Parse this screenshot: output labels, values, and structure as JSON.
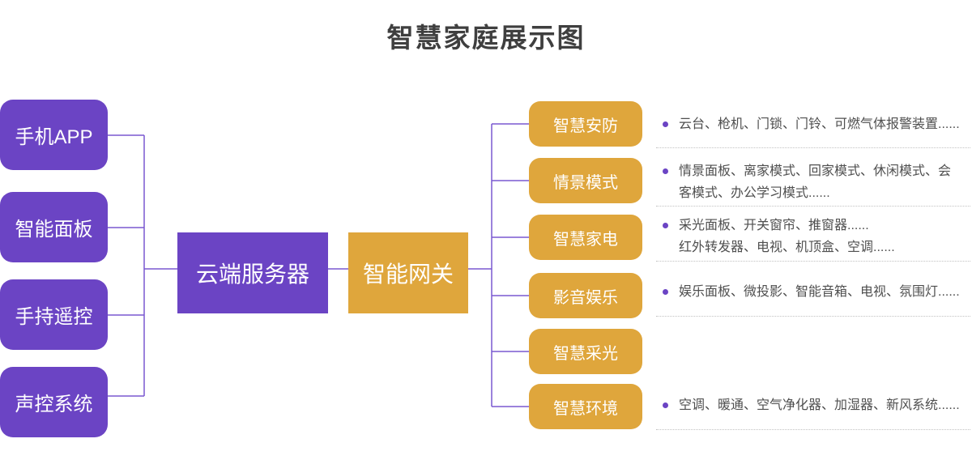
{
  "title": "智慧家庭展示图",
  "colors": {
    "node_purple": "#6b44c4",
    "node_gold": "#dfa63c",
    "connector_purple": "#7a58d0",
    "title_text": "#3f3f3f",
    "desc_text": "#4f4f4f",
    "bullet": "#6b44c4",
    "divider": "#c2c2c2"
  },
  "left_nodes": [
    {
      "label": "手机APP"
    },
    {
      "label": "智能面板"
    },
    {
      "label": "手持遥控"
    },
    {
      "label": "声控系统"
    }
  ],
  "center_nodes": [
    {
      "label": "云端服务器"
    },
    {
      "label": "智能网关"
    }
  ],
  "right_nodes": [
    {
      "label": "智慧安防",
      "desc_lines": [
        "云台、枪机、门锁、门铃、可燃气体报警装置......"
      ]
    },
    {
      "label": "情景模式",
      "desc_lines": [
        "情景面板、离家模式、回家模式、休闲模式、会客模式、办公学习模式......"
      ]
    },
    {
      "label": "智慧家电",
      "desc_lines": [
        "采光面板、开关窗帘、推窗器......",
        "红外转发器、电视、机顶盒、空调......"
      ]
    },
    {
      "label": "影音娱乐",
      "desc_lines": [
        "娱乐面板、微投影、智能音箱、电视、氛围灯......"
      ]
    },
    {
      "label": "智慧采光",
      "desc_lines": []
    },
    {
      "label": "智慧环境",
      "desc_lines": [
        "空调、暖通、空气净化器、加湿器、新风系统......"
      ]
    }
  ]
}
